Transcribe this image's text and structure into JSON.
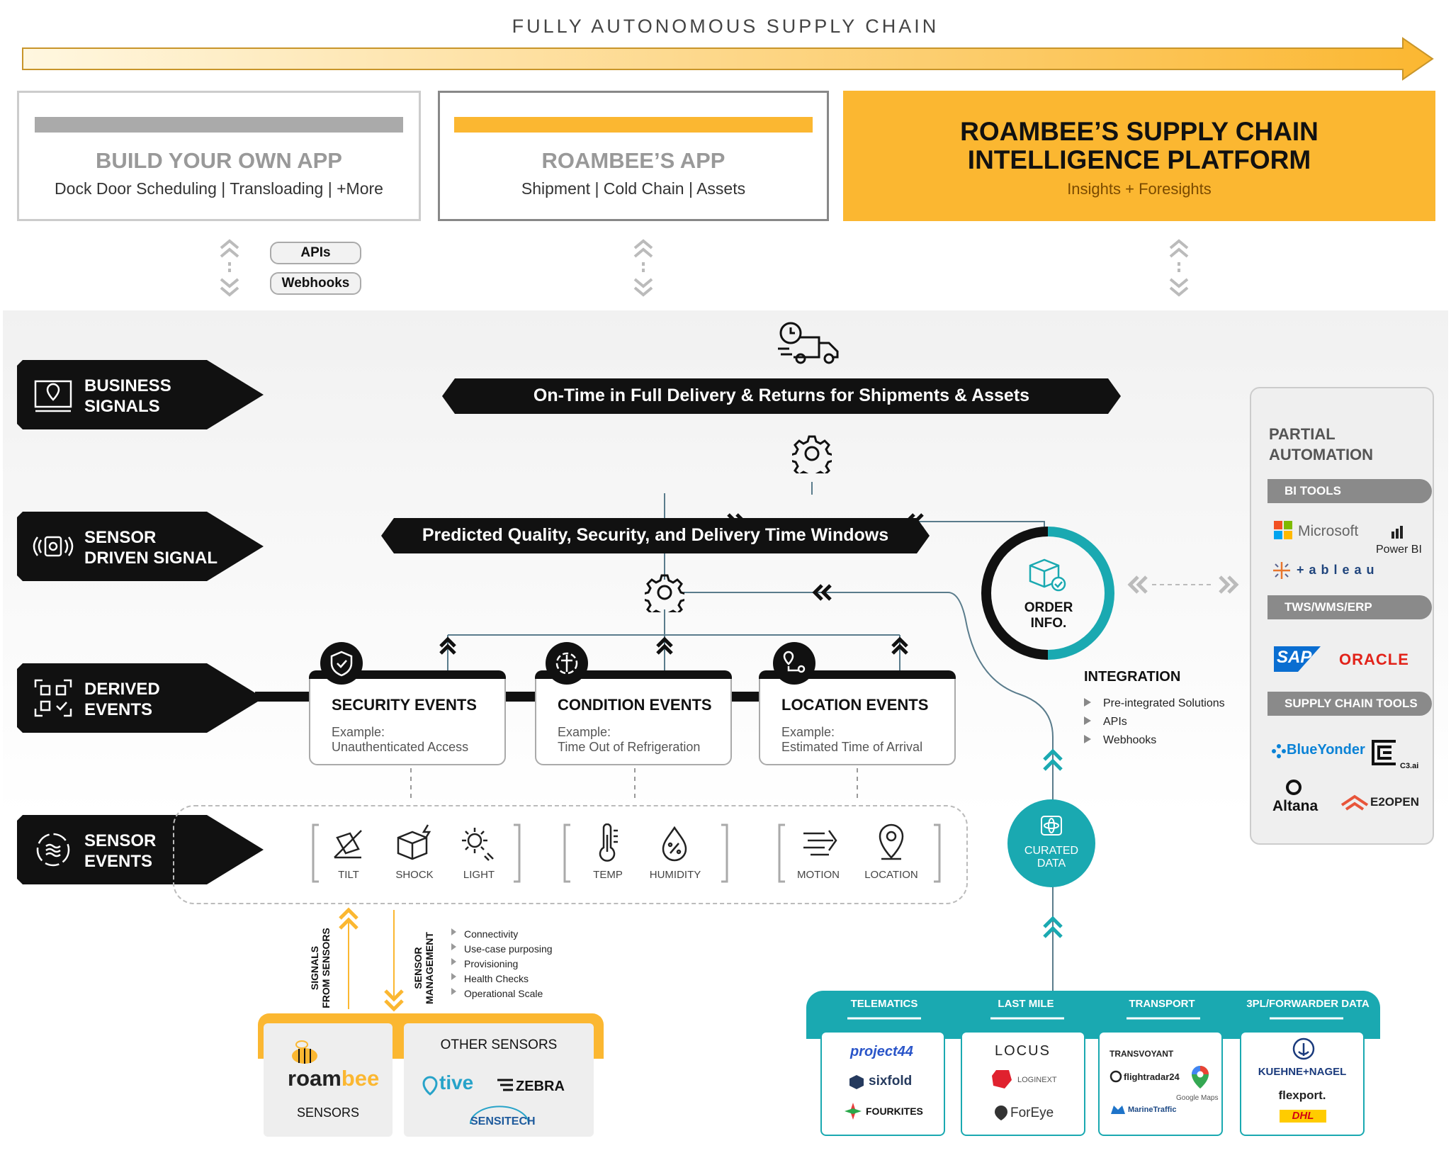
{
  "header": {
    "title": "FULLY AUTONOMOUS SUPPLY CHAIN"
  },
  "apps": [
    {
      "title": "BUILD YOUR OWN APP",
      "subtitle": "Dock Door Scheduling | Transloading | +More"
    },
    {
      "title": "ROAMBEE’S APP",
      "subtitle": "Shipment | Cold Chain | Assets"
    },
    {
      "title_line1": "ROAMBEE’S SUPPLY CHAIN",
      "title_line2": "INTELLIGENCE PLATFORM",
      "subtitle": "Insights + Foresights"
    }
  ],
  "connectors": {
    "apis": "APIs",
    "webhooks": "Webhooks"
  },
  "signals": [
    {
      "line1": "BUSINESS",
      "line2": "SIGNALS"
    },
    {
      "line1": "SENSOR",
      "line2": "DRIVEN SIGNAL"
    },
    {
      "line1": "DERIVED",
      "line2": "EVENTS"
    },
    {
      "line1": "SENSOR",
      "line2": "EVENTS"
    }
  ],
  "banners": {
    "business": "On-Time in Full Delivery & Returns for Shipments & Assets",
    "predicted": "Predicted Quality, Security, and Delivery Time Windows"
  },
  "events": [
    {
      "title": "SECURITY EVENTS",
      "example_label": "Example:",
      "example": "Unauthenticated Access"
    },
    {
      "title": "CONDITION EVENTS",
      "example_label": "Example:",
      "example": "Time Out of Refrigeration"
    },
    {
      "title": "LOCATION EVENTS",
      "example_label": "Example:",
      "example": "Estimated Time of Arrival"
    }
  ],
  "sensor_events": [
    "TILT",
    "SHOCK",
    "LIGHT",
    "TEMP",
    "HUMIDITY",
    "MOTION",
    "LOCATION"
  ],
  "order": {
    "line1": "ORDER",
    "line2": "INFO."
  },
  "integration": {
    "title": "INTEGRATION",
    "items": [
      "Pre-integrated Solutions",
      "APIs",
      "Webhooks"
    ]
  },
  "curated": {
    "line1": "CURATED",
    "line2": "DATA"
  },
  "partial": {
    "title_line1": "PARTIAL",
    "title_line2": "AUTOMATION",
    "bi_tools": "BI TOOLS",
    "tws": "TWS/WMS/ERP",
    "sct": "SUPPLY CHAIN TOOLS",
    "logos": {
      "microsoft": "Microsoft",
      "powerbi": "Power BI",
      "tableau": "+ a b l e a u",
      "sap": "SAP",
      "oracle": "ORACLE",
      "blueyonder": "BlueYonder",
      "c3": "C3.ai",
      "altana": "Altana",
      "e2open": "E2OPEN"
    }
  },
  "sensor_mgmt": {
    "signals_line1": "SIGNALS",
    "signals_line2": "FROM SENSORS",
    "mgmt_line1": "SENSOR",
    "mgmt_line2": "MANAGEMENT",
    "items": [
      "Connectivity",
      "Use-case purposing",
      "Provisioning",
      "Health Checks",
      "Operational Scale"
    ]
  },
  "sensors": {
    "roambee_a": "roam",
    "roambee_b": "bee",
    "roambee_label": "SENSORS",
    "other_title": "OTHER SENSORS",
    "tive": "tive",
    "zebra": "ZEBRA",
    "sensitech": "SENSITECH"
  },
  "partners": {
    "heads": [
      "TELEMATICS",
      "LAST MILE",
      "TRANSPORT",
      "3PL/FORWARDER DATA"
    ],
    "telematics": [
      "project44",
      "sixfold",
      "FOURKITES"
    ],
    "lastmile": [
      "LOCUS",
      "LOGINEXT",
      "ForEye"
    ],
    "transport": [
      "TRANSVOYANT",
      "flightradar24",
      "Google Maps",
      "MarineTraffic"
    ],
    "forwarder": [
      "KUEHNE+NAGEL",
      "flexport.",
      "DHL"
    ]
  },
  "colors": {
    "yellow": "#fbb731",
    "teal": "#1aa9b1",
    "black": "#111111",
    "gray": "#8a8a8a"
  }
}
